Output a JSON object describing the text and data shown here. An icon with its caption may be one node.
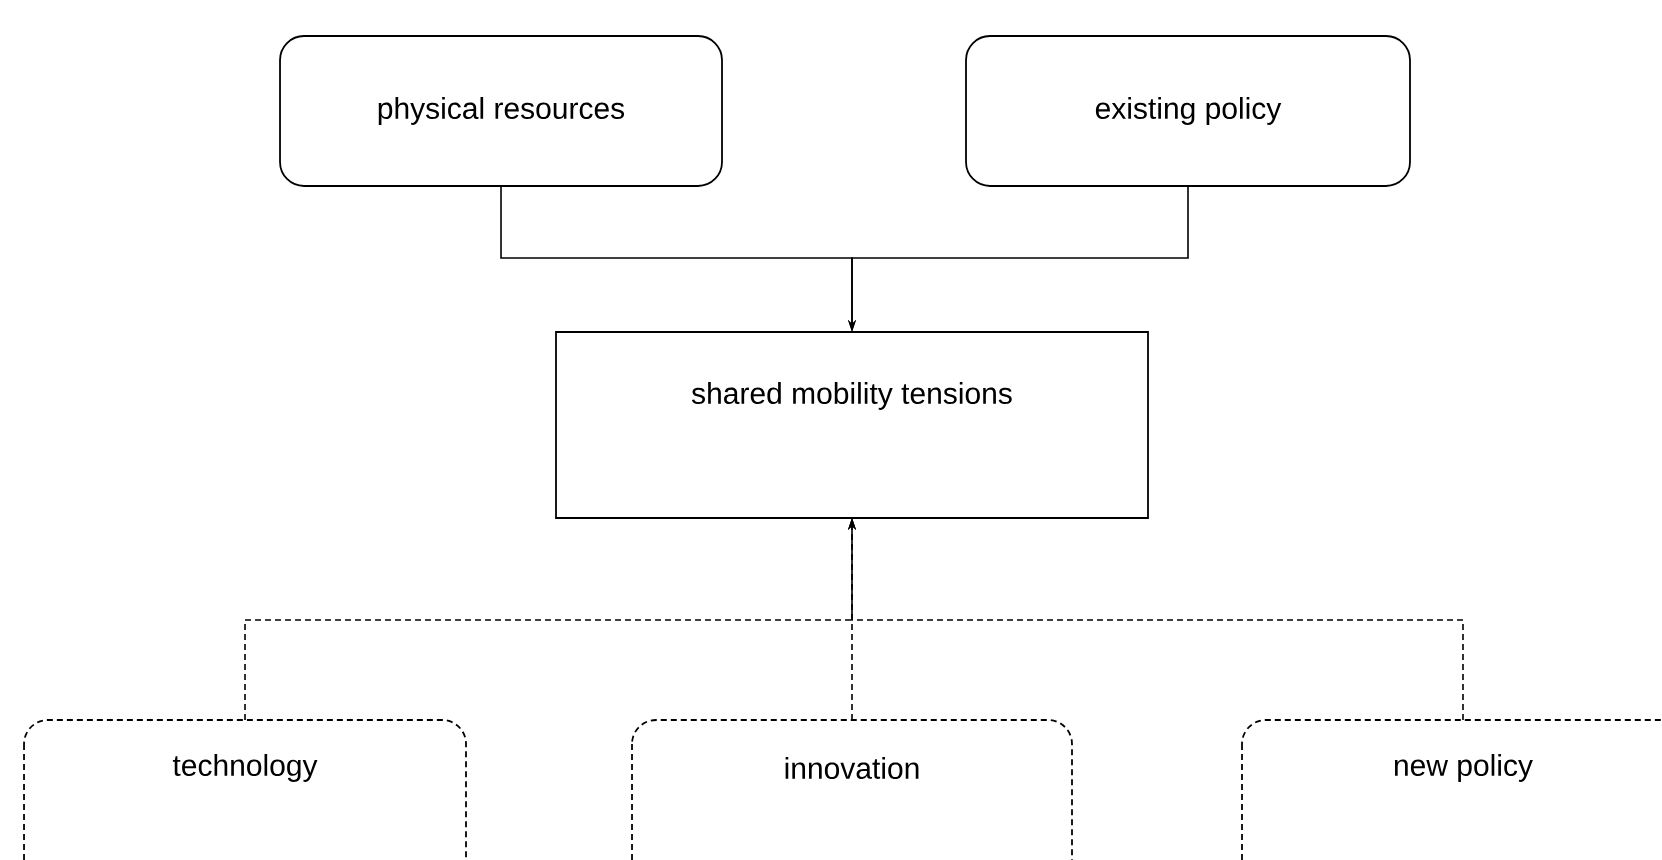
{
  "diagram": {
    "nodes": [
      {
        "text": [
          "physical resources"
        ]
      },
      {
        "text": [
          "existing policy"
        ]
      },
      {
        "text": [
          "shared mobility tensions"
        ]
      },
      {
        "text": [
          "technology"
        ]
      },
      {
        "text": [
          "innovation"
        ]
      },
      {
        "text": [
          "new policy"
        ]
      }
    ],
    "edges": [
      {
        "from": 0,
        "to": 2,
        "arrow": "to"
      },
      {
        "from": 1,
        "to": 2,
        "arrow": "to"
      },
      {
        "from": 3,
        "to": 2,
        "arrow": "to",
        "style": "dashed"
      },
      {
        "from": 4,
        "to": 2,
        "arrow": "to",
        "style": "dashed"
      },
      {
        "from": 5,
        "to": 2,
        "arrow": "to",
        "style": "dashed"
      }
    ]
  }
}
